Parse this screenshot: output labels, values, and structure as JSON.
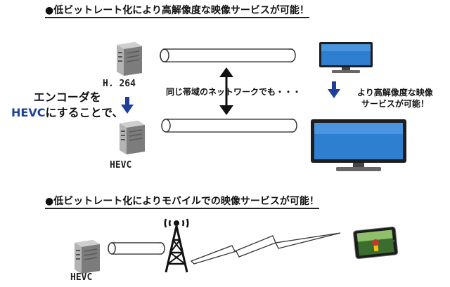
{
  "section1": {
    "heading": "●低ビットレート化により高解像度な映像サービスが可能！",
    "server_top_label": "H. 264",
    "server_bottom_label": "HEVC",
    "callout_line1": "エンコーダを",
    "callout_line2_accent": "HEVC",
    "callout_line2_rest": "にすることで、",
    "bandwidth_note": "同じ帯域のネットワークでも・・・",
    "result_line1": "より高解像度な映像",
    "result_line2": "サービスが可能！"
  },
  "section2": {
    "heading": "●低ビットレート化によりモバイルでの映像サービスが可能！",
    "server_label": "HEVC"
  },
  "colors": {
    "arrow_blue": "#1f3f99",
    "tv_screen": "#2f7fd0",
    "server_gray": "#8a8a8a"
  },
  "icons": [
    "server-icon",
    "tv-icon",
    "antenna-tower-icon",
    "tablet-icon",
    "lightning-wave-icon"
  ]
}
